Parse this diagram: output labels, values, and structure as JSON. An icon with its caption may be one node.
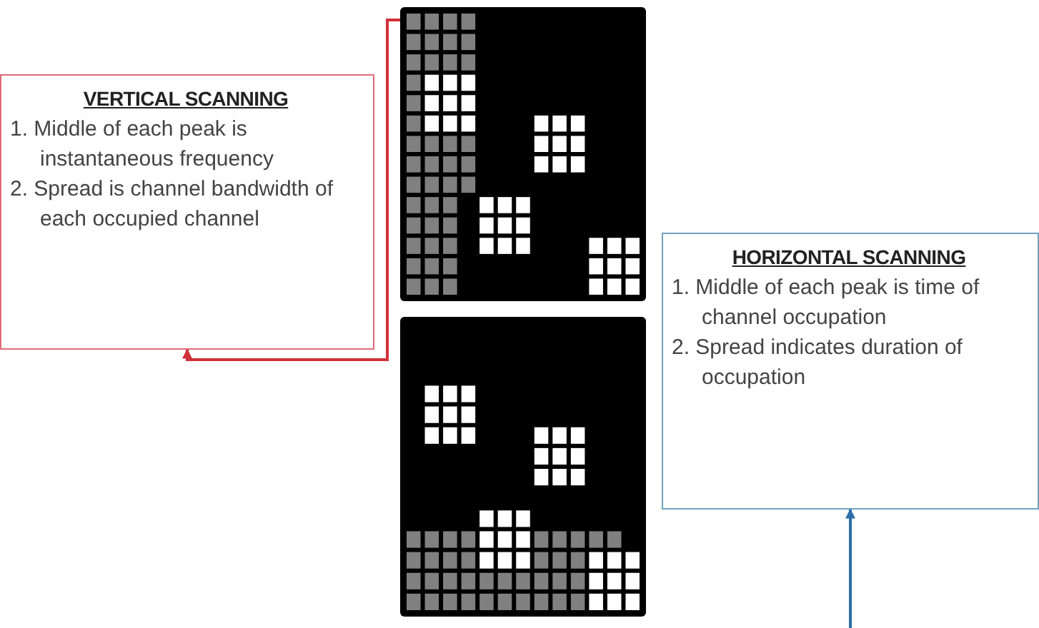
{
  "diagram": {
    "nodes": [
      {
        "text": [
          "VERTICAL SCANNING",
          "1. Middle of each peak is instantaneous frequency",
          "2. Spread is channel bandwidth of each occupied channel"
        ]
      },
      {
        "text": [],
        "shape": "picture"
      },
      {
        "text": [],
        "shape": "picture"
      },
      {
        "text": [
          "HORIZONTAL SCANNING",
          "1. Middle of each peak is time of channel occupation",
          "2. Spread indicates duration of occupation"
        ]
      }
    ],
    "edges": [
      {
        "from": 1,
        "to": 0,
        "arrow": "to",
        "color": "#d0303a"
      },
      {
        "from": null,
        "to": 3,
        "arrow": "to",
        "color": "#2a6fa8"
      }
    ]
  }
}
